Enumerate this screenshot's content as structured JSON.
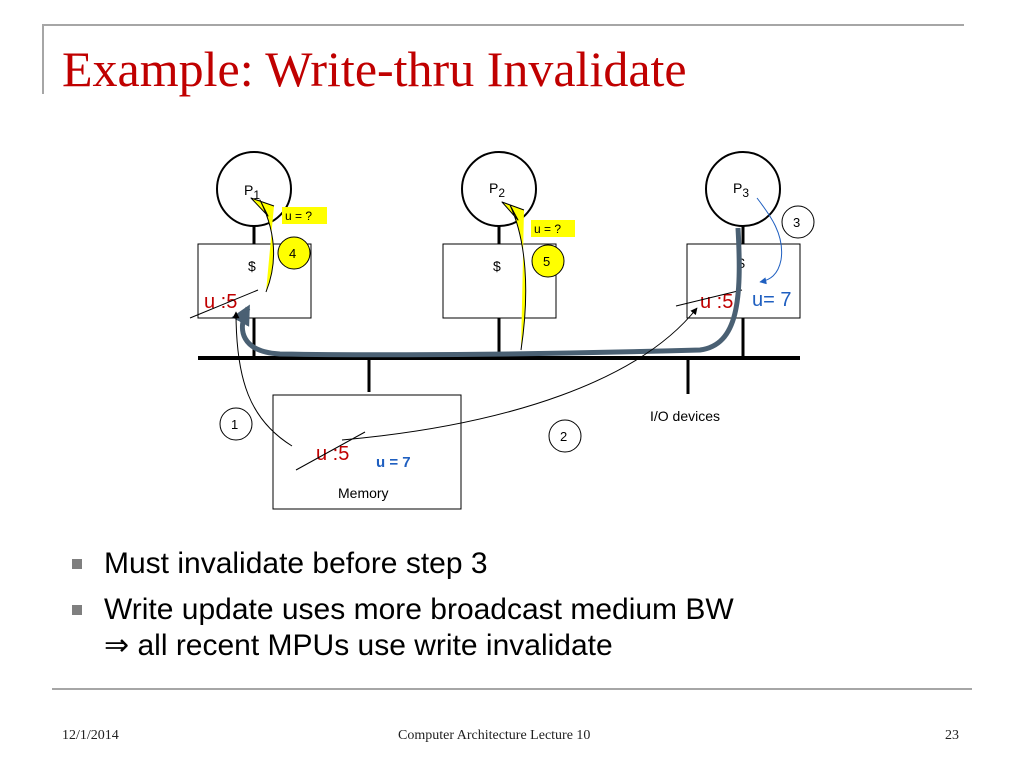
{
  "title": "Example: Write-thru Invalidate",
  "diagram": {
    "processors": [
      {
        "label": "P",
        "sub": "1"
      },
      {
        "label": "P",
        "sub": "2"
      },
      {
        "label": "P",
        "sub": "3"
      }
    ],
    "cache_label": "$",
    "cache1_value": "u :5",
    "cache1_query": "u = ?",
    "cache2_query": "u = ?",
    "cache3_old": "u :5",
    "cache3_new": "u= 7",
    "memory_label": "Memory",
    "memory_old": "u :5",
    "memory_new": "u = 7",
    "io_label": "I/O devices",
    "steps": [
      "1",
      "2",
      "3",
      "4",
      "5"
    ]
  },
  "bullets": [
    {
      "text": "Must invalidate before step 3"
    },
    {
      "text": "Write update uses more broadcast medium BW",
      "continuation": "⇒ all recent MPUs use write invalidate"
    }
  ],
  "footer": {
    "date": "12/1/2014",
    "center": "Computer Architecture Lecture 10",
    "page": "23"
  }
}
